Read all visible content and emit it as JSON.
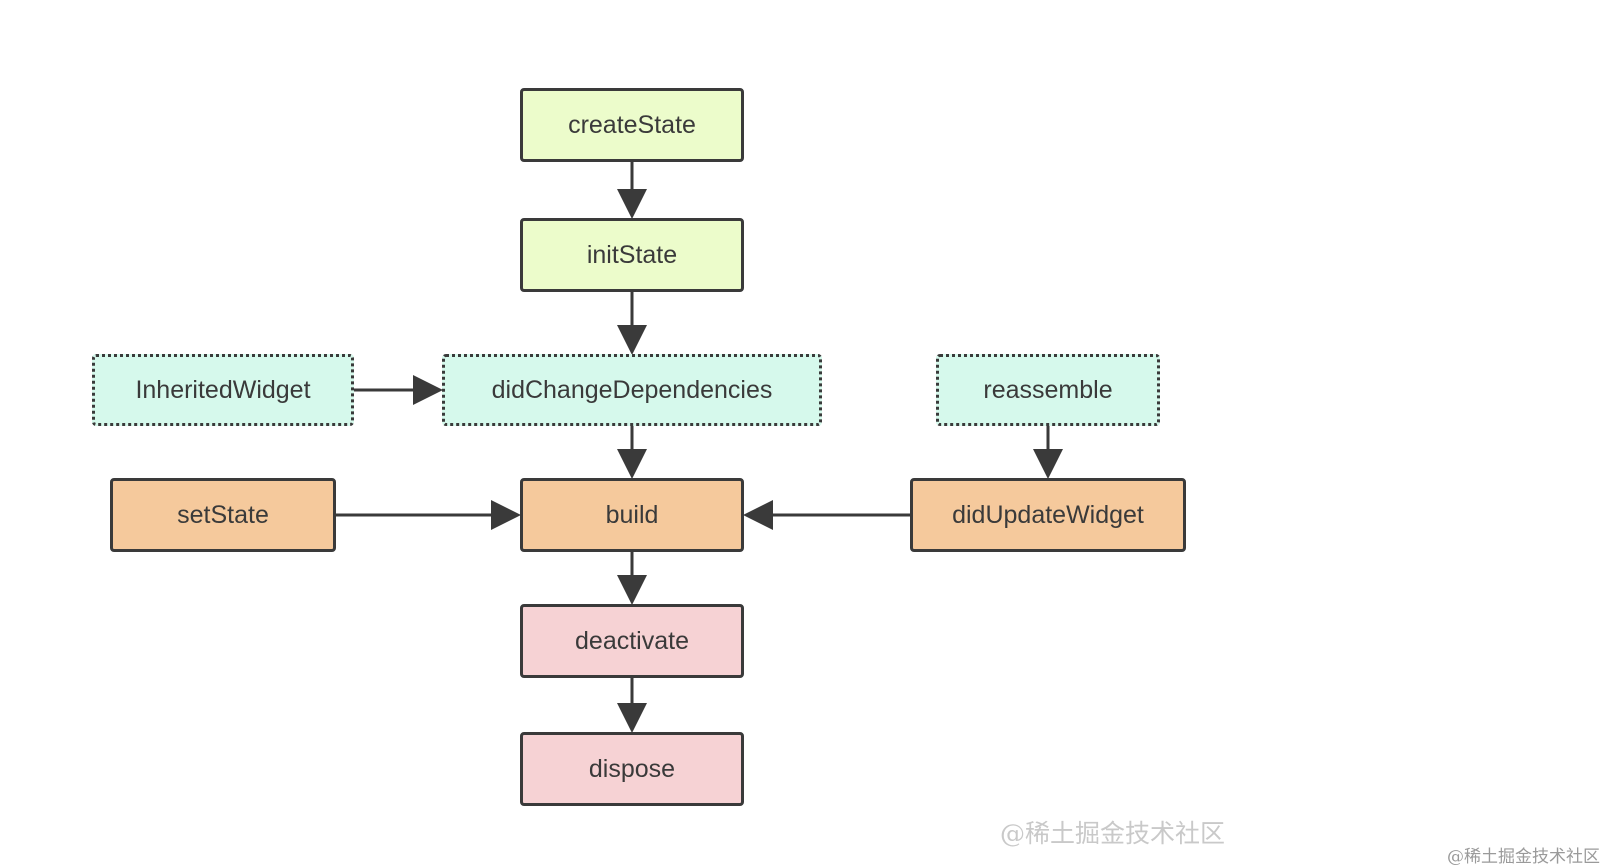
{
  "colors": {
    "stroke": "#3a3a3a",
    "green": "#ecfccb",
    "mint": "#d6f9ec",
    "orange": "#f5c99c",
    "pink": "#f6d2d4"
  },
  "nodes": {
    "create_state": {
      "label": "createState",
      "style": "solid",
      "fill": "green"
    },
    "init_state": {
      "label": "initState",
      "style": "solid",
      "fill": "green"
    },
    "inherited_widget": {
      "label": "InheritedWidget",
      "style": "dashed",
      "fill": "mint"
    },
    "did_change_dependencies": {
      "label": "didChangeDependencies",
      "style": "dashed",
      "fill": "mint"
    },
    "reassemble": {
      "label": "reassemble",
      "style": "dashed",
      "fill": "mint"
    },
    "set_state": {
      "label": "setState",
      "style": "solid",
      "fill": "orange"
    },
    "build": {
      "label": "build",
      "style": "solid",
      "fill": "orange"
    },
    "did_update_widget": {
      "label": "didUpdateWidget",
      "style": "solid",
      "fill": "orange"
    },
    "deactivate": {
      "label": "deactivate",
      "style": "solid",
      "fill": "pink"
    },
    "dispose": {
      "label": "dispose",
      "style": "solid",
      "fill": "pink"
    }
  },
  "edges": [
    {
      "from": "createState",
      "to": "initState"
    },
    {
      "from": "initState",
      "to": "didChangeDependencies"
    },
    {
      "from": "InheritedWidget",
      "to": "didChangeDependencies"
    },
    {
      "from": "didChangeDependencies",
      "to": "build"
    },
    {
      "from": "reassemble",
      "to": "didUpdateWidget"
    },
    {
      "from": "setState",
      "to": "build"
    },
    {
      "from": "didUpdateWidget",
      "to": "build"
    },
    {
      "from": "build",
      "to": "deactivate"
    },
    {
      "from": "deactivate",
      "to": "dispose"
    }
  ],
  "watermarks": {
    "center": "@稀土掘金技术社区",
    "corner": "@稀土掘金技术社区"
  }
}
